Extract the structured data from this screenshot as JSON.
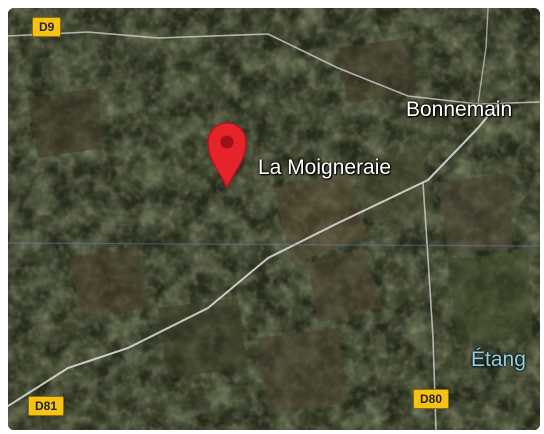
{
  "map": {
    "view": "satellite",
    "places": {
      "bonnemain": "Bonnemain",
      "la_moigneraie": "La Moigneraie",
      "etang": "Étang"
    },
    "roads": {
      "d9": "D9",
      "d81": "D81",
      "d80": "D80"
    },
    "marker": {
      "label": "La Moigneraie",
      "color": "#e5232a",
      "icon": "map-pin-icon"
    },
    "colors": {
      "road_shield": "#f6c315",
      "road_line": "#d9d9d9",
      "water_label": "#8fd0e4"
    }
  }
}
